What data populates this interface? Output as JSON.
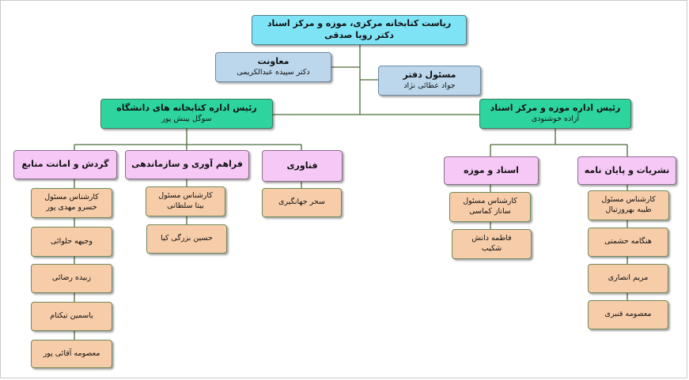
{
  "head": {
    "title": "ریاست کتابخانه مرکزی، موزه و مرکز اسناد",
    "name": "دکتر رویا صدقی"
  },
  "deputy": {
    "title": "معاونت",
    "name": "دکتر سپیده عبدالکریمی"
  },
  "office": {
    "title": "مسئول دفتر",
    "name": "جواد عطائی نژاد"
  },
  "library": {
    "title": "رئیس اداره کتابخانه های دانشگاه",
    "name": "سوگل بینش پور",
    "units": {
      "circulation": {
        "title": "گردش و امانت منابع",
        "staff": [
          "کارشناس مسئول\nخسرو مهدی پور",
          "وجیهه حلوائی",
          "زبیده رضائی",
          "یاسمین تیکتام",
          "معصومه آقائی پور"
        ]
      },
      "acquisition": {
        "title": "فراهم آوری و سازماندهی",
        "staff": [
          "کارشناس مسئول\nبیتا سلطانی",
          "حسین بزرگی کیا"
        ]
      },
      "technology": {
        "title": "فناوری",
        "staff": [
          "سحر جهانگیری"
        ]
      }
    }
  },
  "museum": {
    "title": "رئیس اداره موزه و مرکز اسناد",
    "name": "آزاده خوشنودی",
    "units": {
      "documents": {
        "title": "اسناد و موزه",
        "staff": [
          "کارشناس مسئول\nساناز کماسی",
          "فاطمه دانش\nشکیب"
        ]
      },
      "publications": {
        "title": "نشریات و پایان نامه",
        "staff": [
          "کارشناس مسئول\nطیبه بهروزتیال",
          "هنگامه حشمتی",
          "مریم انصاری",
          "معصومه قنبری"
        ]
      }
    }
  }
}
